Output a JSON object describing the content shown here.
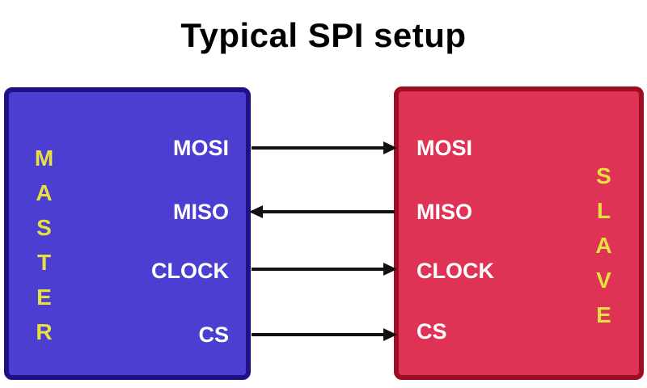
{
  "title": "Typical SPI setup",
  "master": {
    "label": "MASTER",
    "pins": [
      "MOSI",
      "MISO",
      "CLOCK",
      "CS"
    ],
    "fill_color": "#4c3ed0",
    "border_color": "#1e1185",
    "name_color": "#e8e040",
    "pin_color": "#ffffff"
  },
  "slave": {
    "label": "SLAVE",
    "pins": [
      "MOSI",
      "MISO",
      "CLOCK",
      "CS"
    ],
    "fill_color": "#df3356",
    "border_color": "#9e0e22",
    "name_color": "#e8e040",
    "pin_color": "#ffffff"
  },
  "signals": [
    {
      "name": "MOSI",
      "direction": "master-to-slave"
    },
    {
      "name": "MISO",
      "direction": "slave-to-master"
    },
    {
      "name": "CLOCK",
      "direction": "master-to-slave"
    },
    {
      "name": "CS",
      "direction": "master-to-slave"
    }
  ],
  "colors": {
    "background": "#ffffff",
    "title": "#000000",
    "arrow": "#111111"
  }
}
